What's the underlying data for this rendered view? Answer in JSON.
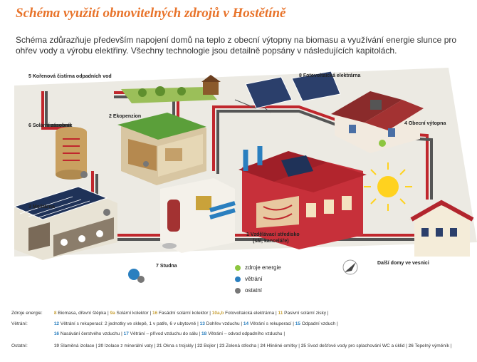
{
  "title": "Schéma využití obnovitelných zdrojů v Hostětíně",
  "intro": "Schéma zdůrazňuje především napojení domů na teplo z obecní výtopny na biomasu a využívání energie slunce pro ohřev vody a výrobu elektřiny. Všechny technologie jsou detailně popsány v následujících kapitolách.",
  "labels": {
    "l5": "5 Kořenová čistírna odpadních vod",
    "l8": "8 Fotovoltaická elektrárna",
    "l2": "2 Ekopenzion",
    "l6": "6 Solární zásobník",
    "l4": "4 Obecní výtopna",
    "l3": "3 Moštárna",
    "l1a": "1 Vzdělávací středisko",
    "l1b": "(sál, kanceláře)",
    "l7": "7 Studna",
    "ldd": "Další domy ve vesnici"
  },
  "legend": {
    "zdroje": "zdroje energie",
    "vetrani": "větrání",
    "ostatni": "ostatní"
  },
  "colors": {
    "zdroje": "#8dc63f",
    "vetrani": "#2a7fbf",
    "ostatni": "#777777",
    "title": "#e8732a",
    "pipe_hot": "#c0272d",
    "pipe_cold": "#555555"
  },
  "footer": {
    "zdroje_label": "Zdroje energie:",
    "zdroje_items": [
      {
        "n": "8",
        "t": "Biomasa, dřevní štěpka"
      },
      {
        "n": "9a",
        "t": "Solární kolektor"
      },
      {
        "n": "16",
        "t": "Fasádní solární kolektor"
      },
      {
        "n": "10a,b",
        "t": "Fotovoltaická elektrárna"
      },
      {
        "n": "11",
        "t": "Pasivní solární zisky"
      }
    ],
    "vetrani_label": "Větrání:",
    "vetrani_line1": [
      {
        "n": "12",
        "t": "Větrání s rekuperací: 2 jednotky ve sklepě, 1 v patře, 6 v ubytovně"
      },
      {
        "n": "13",
        "t": "Dohřev vzduchu"
      },
      {
        "n": "14",
        "t": "Větrání s rekuperací"
      },
      {
        "n": "15",
        "t": "Odpadní vzduch"
      }
    ],
    "vetrani_line2": [
      {
        "n": "16",
        "t": "Nasávání čerstvého vzduchu"
      },
      {
        "n": "17",
        "t": "Větrání – přívod vzduchu do sálu"
      },
      {
        "n": "18",
        "t": "Větrání – odvod odpadního vzduchu"
      }
    ],
    "ostatni_label": "Ostatní:",
    "ostatni_items": [
      {
        "n": "19",
        "t": "Slaměná izolace"
      },
      {
        "n": "20",
        "t": "Izolace z minerální vaty"
      },
      {
        "n": "21",
        "t": "Okna s trojskly"
      },
      {
        "n": "22",
        "t": "Bojler"
      },
      {
        "n": "23",
        "t": "Zelená střecha"
      },
      {
        "n": "24",
        "t": "Hliněné omítky"
      },
      {
        "n": "25",
        "t": "Svod dešťové vody pro splachování WC a úklid"
      },
      {
        "n": "26",
        "t": "Tepelný výměník"
      }
    ]
  }
}
